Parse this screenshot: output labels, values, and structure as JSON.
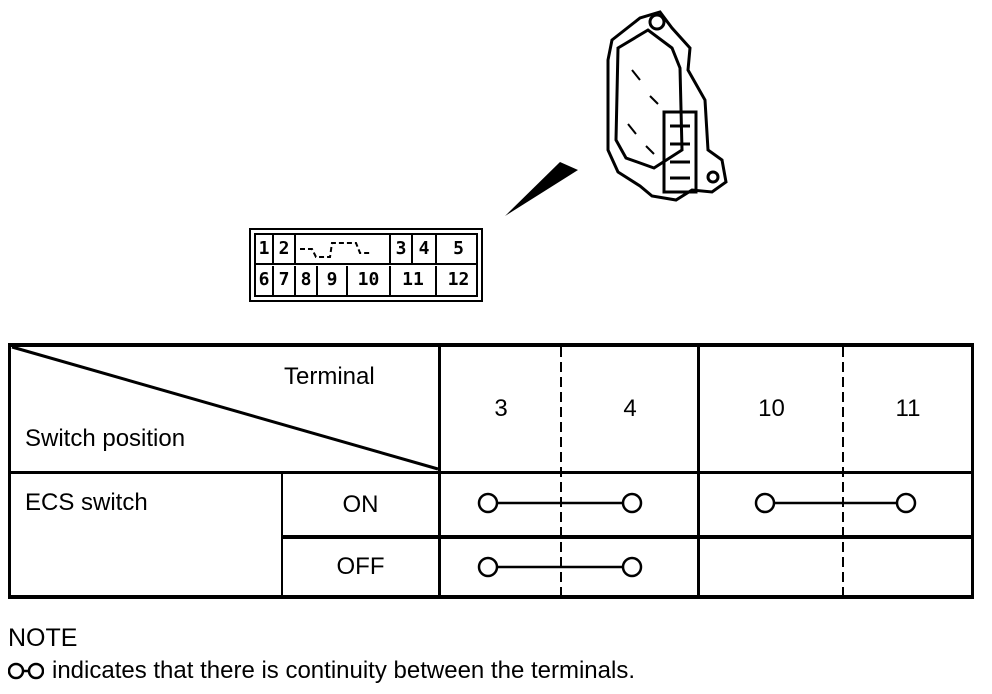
{
  "connector": {
    "top_pins": [
      "1",
      "2",
      "3",
      "4",
      "5"
    ],
    "bottom_pins": [
      "6",
      "7",
      "8",
      "9",
      "10",
      "11",
      "12"
    ]
  },
  "table": {
    "header_terminal": "Terminal",
    "header_switch_position": "Switch position",
    "terminals": [
      "3",
      "4",
      "10",
      "11"
    ],
    "row_label": "ECS switch",
    "positions": [
      {
        "label": "ON",
        "continuity": [
          [
            "3",
            "4"
          ],
          [
            "10",
            "11"
          ]
        ]
      },
      {
        "label": "OFF",
        "continuity": [
          [
            "3",
            "4"
          ]
        ]
      }
    ]
  },
  "note": {
    "title": "NOTE",
    "text": "indicates that there is continuity between the terminals."
  }
}
